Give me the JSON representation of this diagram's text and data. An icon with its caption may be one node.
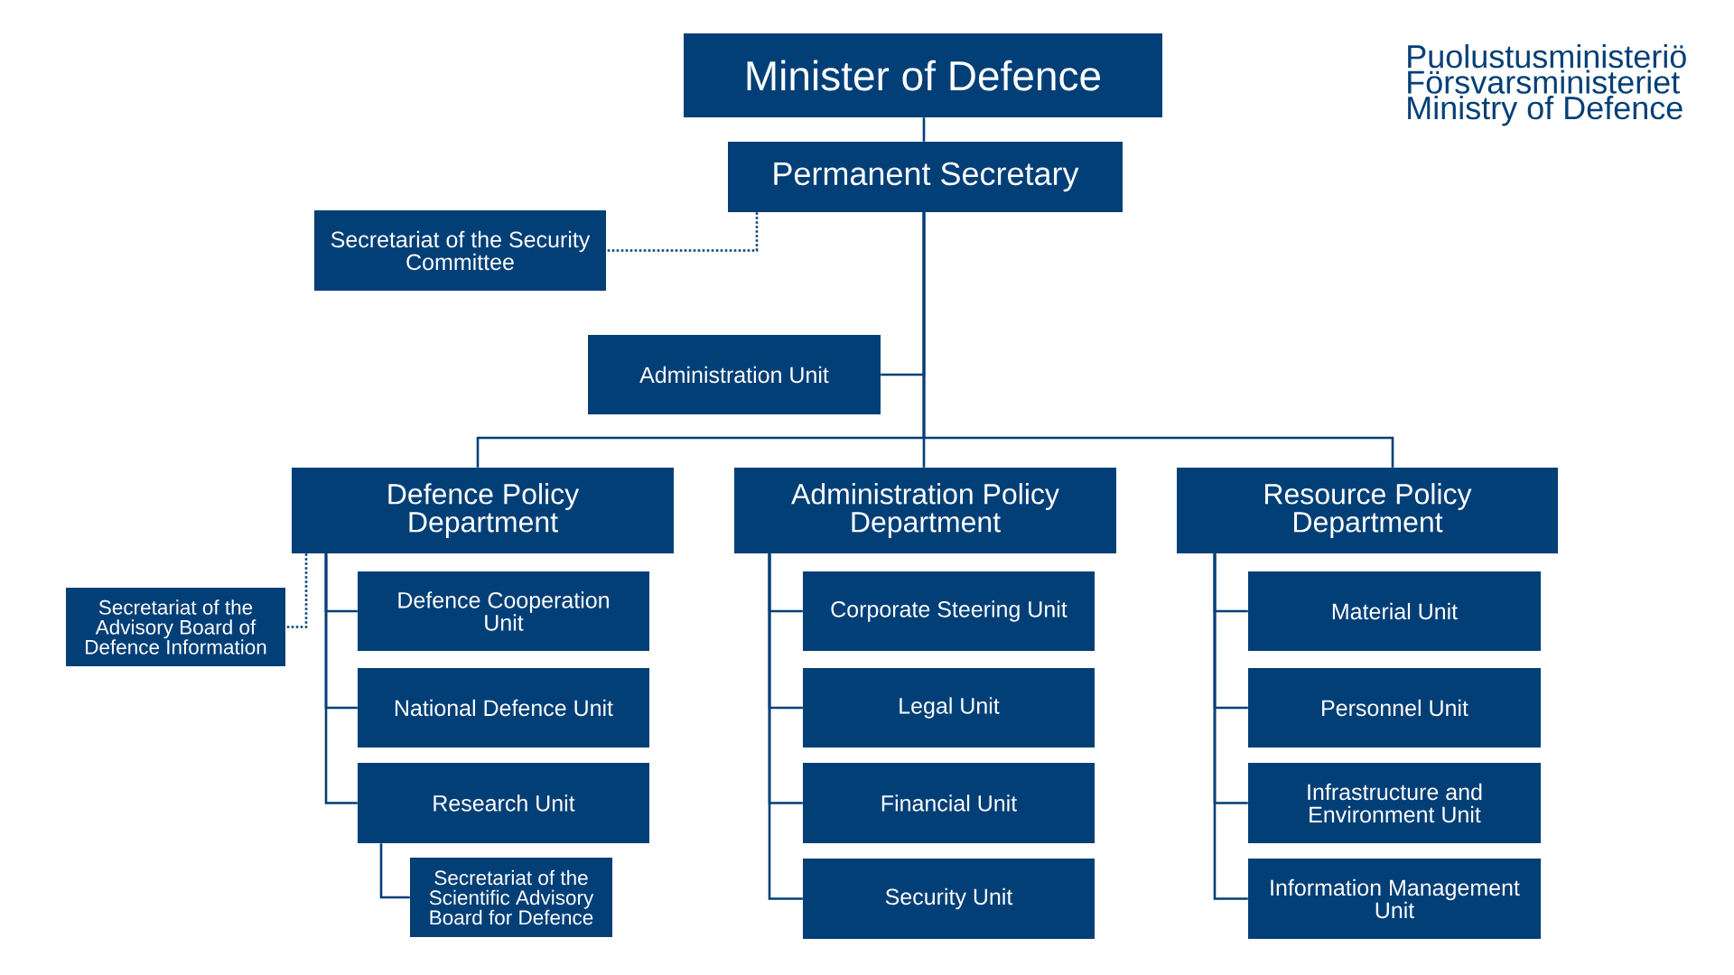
{
  "diagram": {
    "nodes": [
      {
        "text": [
          "Minister of Defence"
        ]
      },
      {
        "text": [
          "Permanent Secretary"
        ]
      },
      {
        "text": [
          "Secretariat of the Security Committee"
        ]
      },
      {
        "text": [
          "Administration Unit"
        ]
      },
      {
        "text": [
          "Defence Policy Department"
        ]
      },
      {
        "text": [
          "Administration Policy Department"
        ]
      },
      {
        "text": [
          "Resource Policy Department"
        ]
      },
      {
        "text": [
          "Secretariat of the Advisory Board of Defence Information"
        ]
      },
      {
        "text": [
          "Defence Cooperation Unit"
        ]
      },
      {
        "text": [
          "National Defence Unit"
        ]
      },
      {
        "text": [
          "Research Unit"
        ]
      },
      {
        "text": [
          "Secretariat of the Scientific Advisory Board for Defence"
        ]
      },
      {
        "text": [
          "Corporate Steering Unit"
        ]
      },
      {
        "text": [
          "Legal Unit"
        ]
      },
      {
        "text": [
          "Financial Unit"
        ]
      },
      {
        "text": [
          "Security Unit"
        ]
      },
      {
        "text": [
          "Material Unit"
        ]
      },
      {
        "text": [
          "Personnel Unit"
        ]
      },
      {
        "text": [
          "Infrastructure and Environment Unit"
        ]
      },
      {
        "text": [
          "Information Management Unit"
        ]
      }
    ],
    "edges": [
      {
        "from": 0,
        "to": 1,
        "arrow": "none"
      },
      {
        "from": 1,
        "to": 2,
        "arrow": "none",
        "style": "dashed"
      },
      {
        "from": 1,
        "to": 3,
        "arrow": "none"
      },
      {
        "from": 1,
        "to": 4,
        "arrow": "none"
      },
      {
        "from": 1,
        "to": 5,
        "arrow": "none"
      },
      {
        "from": 1,
        "to": 6,
        "arrow": "none"
      },
      {
        "from": 4,
        "to": 7,
        "arrow": "none",
        "style": "dashed"
      },
      {
        "from": 4,
        "to": 8,
        "arrow": "none"
      },
      {
        "from": 4,
        "to": 9,
        "arrow": "none"
      },
      {
        "from": 4,
        "to": 10,
        "arrow": "none"
      },
      {
        "from": 10,
        "to": 11,
        "arrow": "none"
      },
      {
        "from": 5,
        "to": 12,
        "arrow": "none"
      },
      {
        "from": 5,
        "to": 13,
        "arrow": "none"
      },
      {
        "from": 5,
        "to": 14,
        "arrow": "none"
      },
      {
        "from": 5,
        "to": 15,
        "arrow": "none"
      },
      {
        "from": 6,
        "to": 16,
        "arrow": "none"
      },
      {
        "from": 6,
        "to": 17,
        "arrow": "none"
      },
      {
        "from": 6,
        "to": 18,
        "arrow": "none"
      },
      {
        "from": 6,
        "to": 19,
        "arrow": "none"
      }
    ],
    "labels": [
      "Puolustusministeriö",
      "Försvarsministeriet",
      "Ministry of Defence"
    ]
  }
}
